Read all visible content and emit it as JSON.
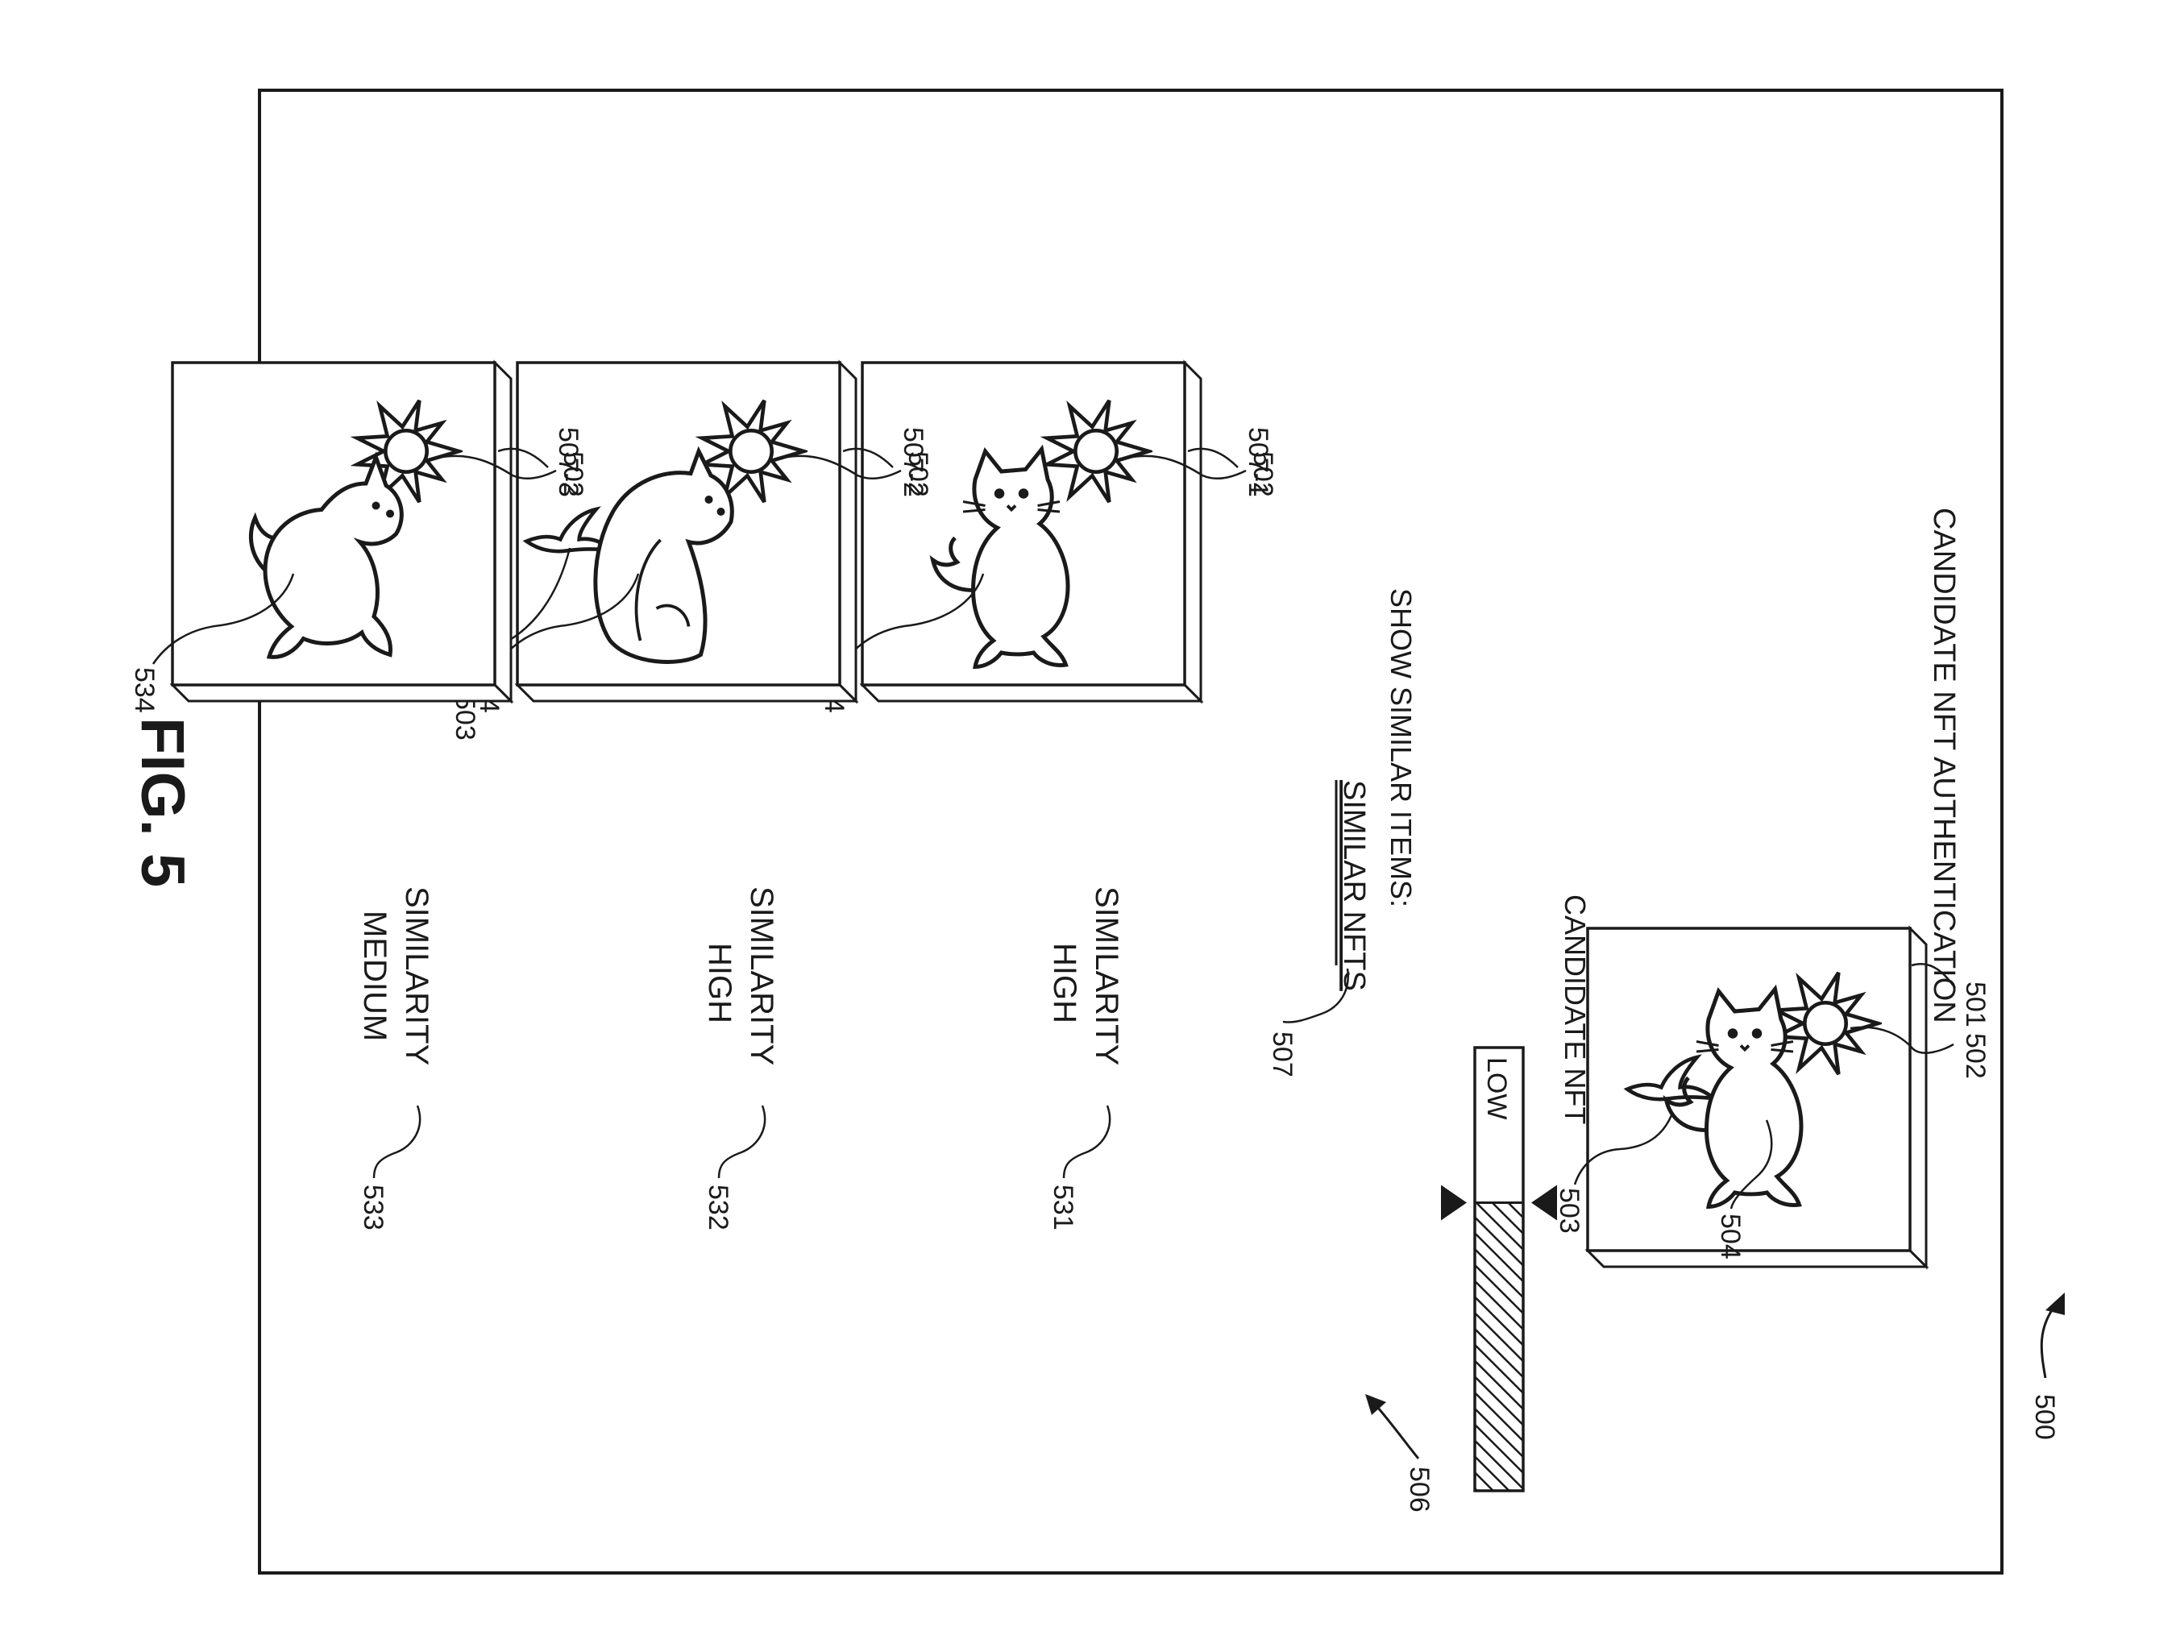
{
  "figure": {
    "caption": "FIG. 5",
    "screen_ref": "500",
    "title": "CANDIDATE NFT AUTHENTICATION"
  },
  "candidate": {
    "label": "CANDIDATE NFT",
    "ref": "501",
    "sun_ref": "502",
    "bird_ref": "503",
    "cat_ref": "504"
  },
  "slider": {
    "ref": "506",
    "low_label": "LOW",
    "level_fraction": 0.35
  },
  "show_similar": {
    "prompt": "SHOW SIMILAR ITEMS:",
    "link_label": "SIMILAR NFTS",
    "link_ref": "507"
  },
  "similar_items": [
    {
      "ref": "507-1",
      "sun_ref": "502",
      "cat_ref": "504",
      "bird_ref": "",
      "similarity_word": "SIMILARITY",
      "similarity_level": "HIGH",
      "similarity_ref": "531"
    },
    {
      "ref": "507-2",
      "sun_ref": "502",
      "cat_ref": "524",
      "bird_ref": "503",
      "similarity_word": "SIMILARITY",
      "similarity_level": "HIGH",
      "similarity_ref": "532"
    },
    {
      "ref": "507-3",
      "sun_ref": "502",
      "cat_ref": "534",
      "bird_ref": "",
      "similarity_word": "SIMILARITY",
      "similarity_level": "MEDIUM",
      "similarity_ref": "533"
    }
  ]
}
